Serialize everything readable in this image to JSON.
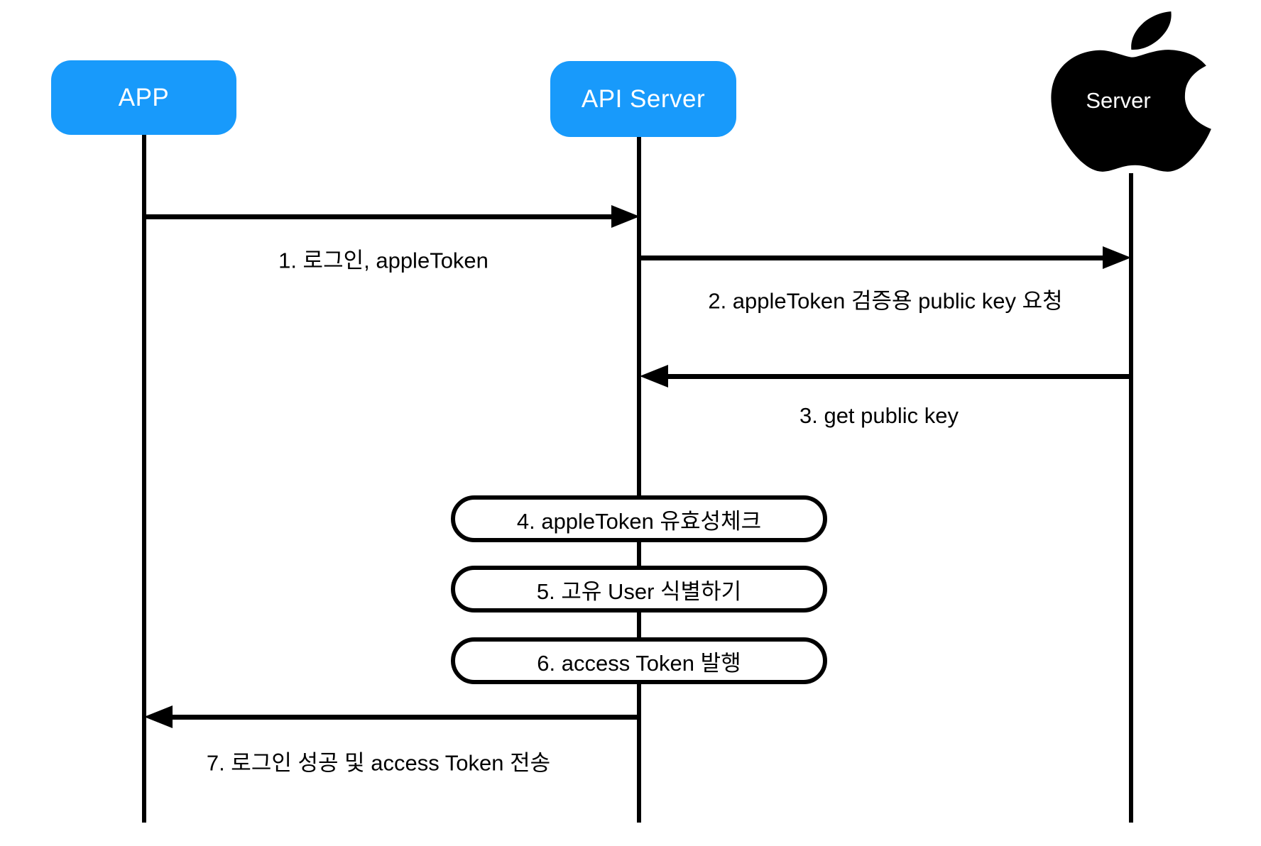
{
  "diagram": {
    "type": "sequence",
    "actors": [
      {
        "id": "app",
        "label": "APP"
      },
      {
        "id": "api-server",
        "label": "API Server"
      },
      {
        "id": "apple-server",
        "label": "Server",
        "icon": "apple-logo-icon"
      }
    ],
    "messages": [
      {
        "num": "1",
        "label": "1. 로그인, appleToken",
        "from": "APP",
        "to": "API Server",
        "direction": "right"
      },
      {
        "num": "2",
        "label": "2. appleToken 검증용 public key 요청",
        "from": "API Server",
        "to": "Apple Server",
        "direction": "right"
      },
      {
        "num": "3",
        "label": "3. get public key",
        "from": "Apple Server",
        "to": "API Server",
        "direction": "left"
      },
      {
        "num": "7",
        "label": "7. 로그인 성공 및 access Token 전송",
        "from": "API Server",
        "to": "APP",
        "direction": "left"
      }
    ],
    "process_steps": [
      {
        "num": "4",
        "label": "4. appleToken 유효성체크"
      },
      {
        "num": "5",
        "label": "5. 고유 User 식별하기"
      },
      {
        "num": "6",
        "label": "6. access Token 발행"
      }
    ],
    "colors": {
      "actor_fill": "#189AFB",
      "actor_text": "#FFFFFF",
      "line": "#000000",
      "process_fill": "#FFFFFF",
      "process_border": "#000000",
      "background": "#FFFFFF"
    }
  }
}
